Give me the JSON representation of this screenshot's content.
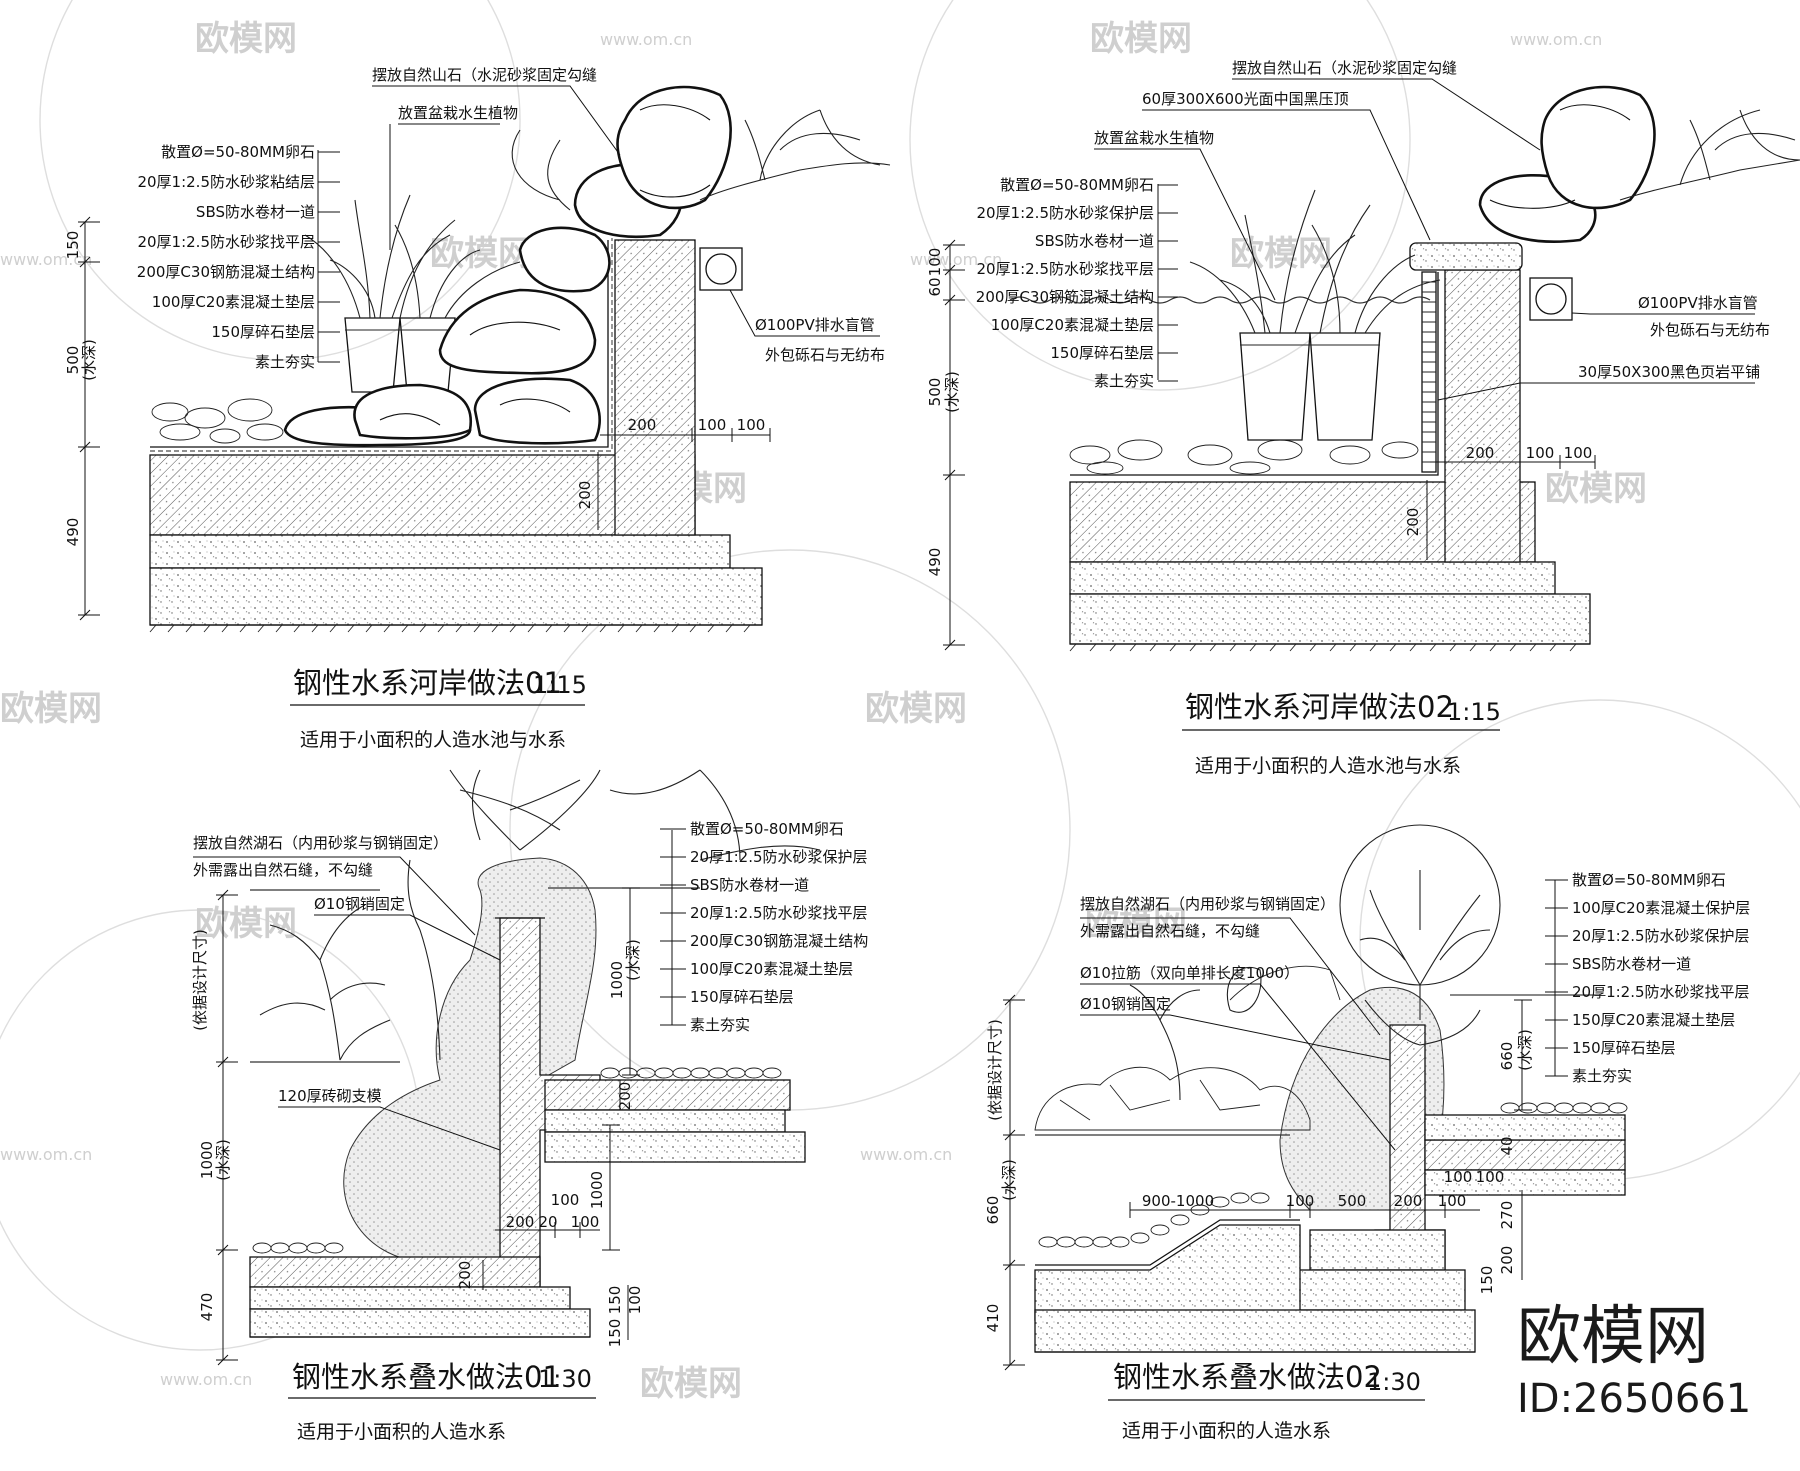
{
  "watermarks": {
    "brand": "欧模网",
    "url": "www.om.cn"
  },
  "brand_badge": {
    "name": "欧模网",
    "id": "ID:2650661"
  },
  "panels": [
    {
      "title": "钢性水系河岸做法01",
      "scale": "1:15",
      "subtitle": "适用于小面积的人造水池与水系",
      "labels_left": [
        "散置Ø=50-80MM卵石",
        "20厚1:2.5防水砂浆粘结层",
        "SBS防水卷材一道",
        "20厚1:2.5防水砂浆找平层",
        "200厚C30钢筋混凝土结构",
        "100厚C20素混凝土垫层",
        "150厚碎石垫层",
        "素土夯实"
      ],
      "label_stone": "摆放自然山石（水泥砂浆固定勾缝",
      "label_plant": "放置盆栽水生植物",
      "label_pipe": "Ø100PV排水盲管",
      "label_pipe2": "外包砾石与无纺布",
      "dims_vertical": [
        "150",
        "500",
        "490"
      ],
      "dim_water": "(水深)",
      "dims_horizontal": [
        "200",
        "100",
        "100"
      ],
      "dim_wall": "200"
    },
    {
      "title": "钢性水系河岸做法02",
      "scale": "1:15",
      "subtitle": "适用于小面积的人造水池与水系",
      "labels_left": [
        "散置Ø=50-80MM卵石",
        "20厚1:2.5防水砂浆保护层",
        "SBS防水卷材一道",
        "20厚1:2.5防水砂浆找平层",
        "200厚C30钢筋混凝土结构",
        "100厚C20素混凝土垫层",
        "150厚碎石垫层",
        "素土夯实"
      ],
      "label_stone": "摆放自然山石（水泥砂浆固定勾缝",
      "label_cap": "60厚300X600光面中国黑压顶",
      "label_plant": "放置盆栽水生植物",
      "label_pipe": "Ø100PV排水盲管",
      "label_pipe2": "外包砾石与无纺布",
      "label_tile": "30厚50X300黑色页岩平铺",
      "dims_vertical": [
        "100",
        "60",
        "500",
        "490"
      ],
      "dim_water": "(水深)",
      "dims_horizontal": [
        "200",
        "100",
        "100"
      ],
      "dim_wall": "200"
    },
    {
      "title": "钢性水系叠水做法01",
      "scale": "1:30",
      "subtitle": "适用于小面积的人造水系",
      "labels_right": [
        "散置Ø=50-80MM卵石",
        "20厚1:2.5防水砂浆保护层",
        "SBS防水卷材一道",
        "20厚1:2.5防水砂浆找平层",
        "200厚C30钢筋混凝土结构",
        "100厚C20素混凝土垫层",
        "150厚碎石垫层",
        "素土夯实"
      ],
      "label_lake_stone": "摆放自然湖石（内用砂浆与钢销固定）",
      "label_lake_stone2": "外需露出自然石缝，不勾缝",
      "label_pin": "Ø10钢销固定",
      "label_brick": "120厚砖砌支模",
      "dim_design": "(依据设计尺寸)",
      "dim_water": "(水深)",
      "dims": [
        "1000",
        "1000",
        "470",
        "1000",
        "200",
        "200",
        "20",
        "100",
        "100",
        "150",
        "100",
        "150"
      ]
    },
    {
      "title": "钢性水系叠水做法02",
      "scale": "1:30",
      "subtitle": "适用于小面积的人造水系",
      "labels_right": [
        "散置Ø=50-80MM卵石",
        "100厚C20素混凝土保护层",
        "20厚1:2.5防水砂浆保护层",
        "SBS防水卷材一道",
        "20厚1:2.5防水砂浆找平层",
        "150厚C20素混凝土垫层",
        "150厚碎石垫层",
        "素土夯实"
      ],
      "label_lake_stone": "摆放自然湖石（内用砂浆与钢销固定）",
      "label_lake_stone2": "外需露出自然石缝，不勾缝",
      "label_rebar": "Ø10拉筋（双向单排长度1000）",
      "label_pin": "Ø10钢销固定",
      "dim_design": "(依据设计尺寸)",
      "dim_water": "(水深)",
      "dims": [
        "660",
        "660",
        "410",
        "40",
        "900-1000",
        "100",
        "500",
        "200",
        "100",
        "100",
        "100",
        "270",
        "200",
        "150"
      ]
    }
  ]
}
